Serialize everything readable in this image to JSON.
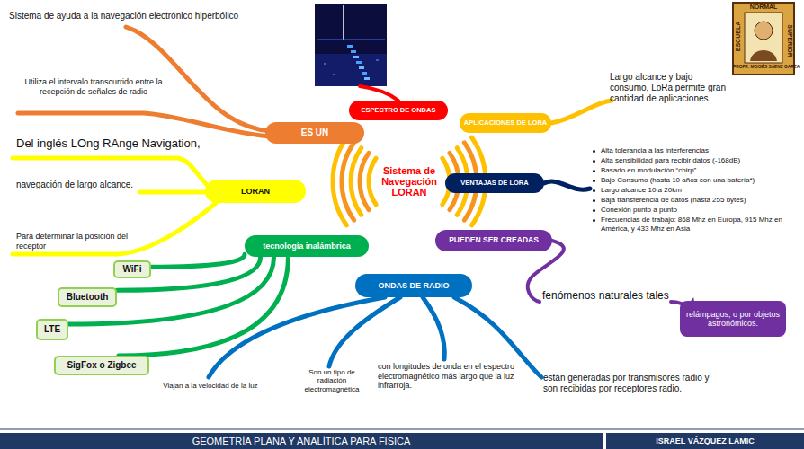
{
  "diagram": {
    "nodes": [
      {
        "text": [
          "Sistema de Navegación LORAN"
        ]
      },
      {
        "text": [
          "ESPECTRO DE ONDAS"
        ]
      },
      {
        "text": [
          "ES UN"
        ]
      },
      {
        "text": [
          "APLICACIONES DE LORA"
        ]
      },
      {
        "text": [
          "VENTAJAS DE LORA"
        ]
      },
      {
        "text": [
          "LORAN"
        ]
      },
      {
        "text": [
          "tecnología inalámbrica"
        ]
      },
      {
        "text": [
          "PUEDEN SER CREADAS"
        ]
      },
      {
        "text": [
          "ONDAS DE RADIO"
        ]
      },
      {
        "text": [
          "WiFi"
        ]
      },
      {
        "text": [
          "Bluetooth"
        ]
      },
      {
        "text": [
          "LTE"
        ]
      },
      {
        "text": [
          "SigFox o Zigbee"
        ]
      },
      {
        "text": [
          "relámpagos, o por objetos astronómicos."
        ]
      },
      {
        "text": [
          "GEOMETRÍA PLANA Y ANALÍTICA PARA FISICA"
        ]
      },
      {
        "text": [
          "ISRAEL VÁZQUEZ LAMIC"
        ]
      }
    ],
    "edges": [
      {
        "from": 6,
        "to": 9,
        "arrow": "none"
      },
      {
        "from": 6,
        "to": 10,
        "arrow": "none"
      },
      {
        "from": 6,
        "to": 11,
        "arrow": "none"
      },
      {
        "from": 6,
        "to": 12,
        "arrow": "none"
      }
    ],
    "labels": [
      "Sistema de ayuda a la navegación electrónico hiperbólico",
      "Utiliza el intervalo transcurrido entre la recepción de señales de radio",
      "Del inglés LOng RAnge Navigation,",
      "navegación de largo alcance.",
      "Para determinar la posición del receptor",
      "Largo alcance y bajo consumo, LoRa permite gran cantidad de aplicaciones.",
      "Alta tolerancia a las interferencias",
      "Alta sensibilidad para recibir datos (-168dB)",
      "Basado en modulación “chirp”",
      "Bajo Consumo (hasta 10 años con una batería*)",
      "Largo alcance 10 a 20km",
      "Baja transferencia de datos (hasta 255 bytes)",
      "Conexión punto a punto",
      "Frecuencias de trabajo:  868 Mhz en Europa, 915 Mhz en América, y 433 Mhz en Asia",
      "fenómenos naturales tales",
      "Viajan a la velocidad de la luz",
      "Son un tipo de radiación electromagnética",
      "con longitudes de onda en el espectro electromagnético más largo que la luz infrarroja.",
      "están generadas por transmisores radio y son recibidas por receptores radio.",
      "ESCUELA",
      "NORMAL",
      "SUPERIOR",
      "PROFR. MOISÉS SÁENZ GARZA"
    ]
  }
}
